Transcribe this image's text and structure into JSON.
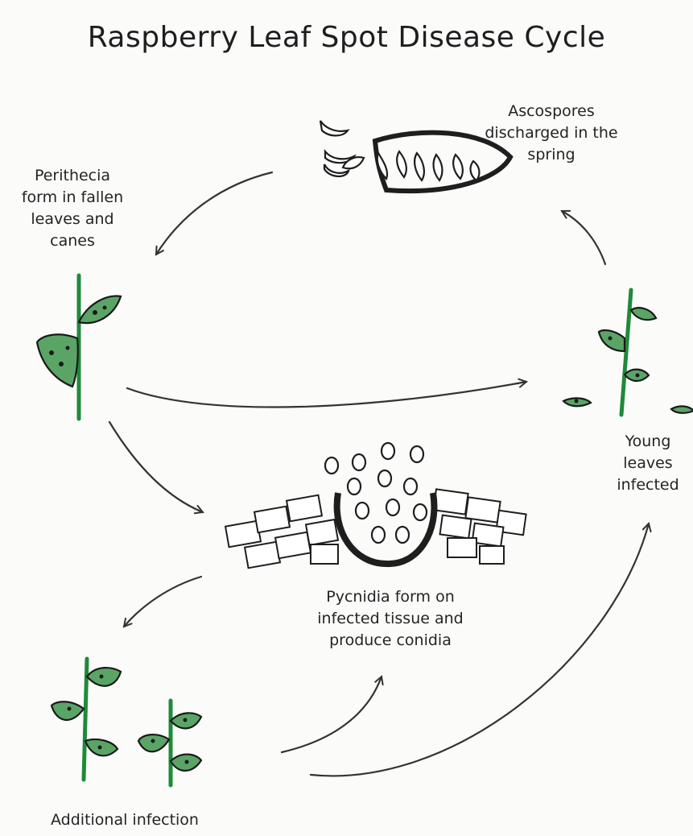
{
  "title": "Raspberry Leaf Spot Disease Cycle",
  "labels": {
    "ascospores": [
      "Ascospores",
      "discharged in the",
      "spring"
    ],
    "perithecia": [
      "Perithecia",
      "form in fallen",
      "leaves and",
      "canes"
    ],
    "young_leaves": [
      "Young",
      "leaves",
      "infected"
    ],
    "pycnidia": [
      "Pycnidia form on",
      "infected tissue and",
      "produce conidia"
    ],
    "additional": [
      "Additional infection"
    ]
  },
  "colors": {
    "stem": "#1f8a3a",
    "leaf": "#5aa566",
    "ink": "#1e1e1e"
  }
}
